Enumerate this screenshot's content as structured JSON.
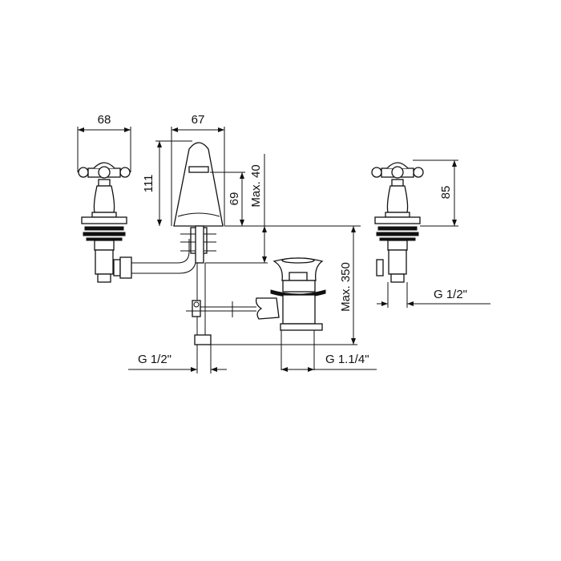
{
  "drawing": {
    "title": "Three-hole basin mixer with pop-up waste – dimension drawing",
    "dimensions": {
      "handle_width": "68",
      "spout_width": "67",
      "spout_height": "111",
      "spout_outlet_height": "69",
      "max_deck_thickness": "Max. 40",
      "max_drain_length": "Max. 350",
      "handle_height": "85",
      "handle_connection": "G 1/2\"",
      "spout_connection": "G 1/2\"",
      "waste_connection": "G 1.1/4\""
    },
    "colors": {
      "line": "#111111",
      "background": "#ffffff"
    }
  }
}
